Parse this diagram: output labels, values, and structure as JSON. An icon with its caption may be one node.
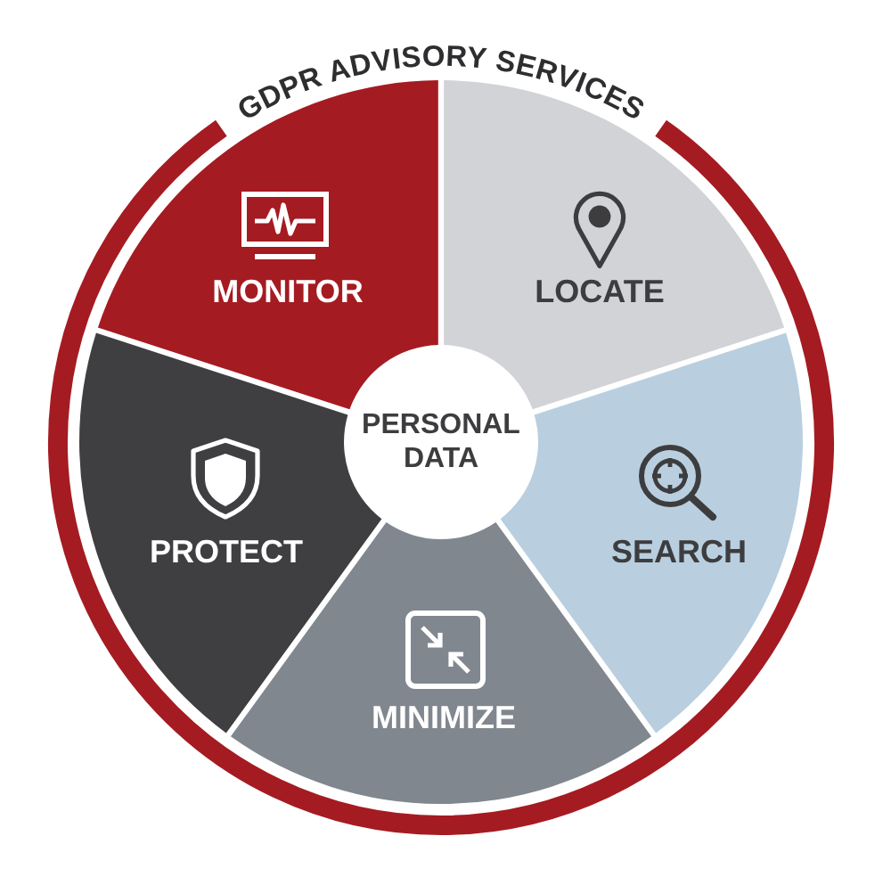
{
  "diagram": {
    "title": "GDPR ADVISORY SERVICES",
    "nodes": [
      {
        "text": [
          "MONITOR"
        ]
      },
      {
        "text": [
          "LOCATE"
        ]
      },
      {
        "text": [
          "PERSONAL DATA"
        ]
      },
      {
        "text": [
          "PROTECT"
        ]
      },
      {
        "text": [
          "SEARCH"
        ]
      },
      {
        "text": [
          "MINIMIZE"
        ]
      }
    ]
  }
}
